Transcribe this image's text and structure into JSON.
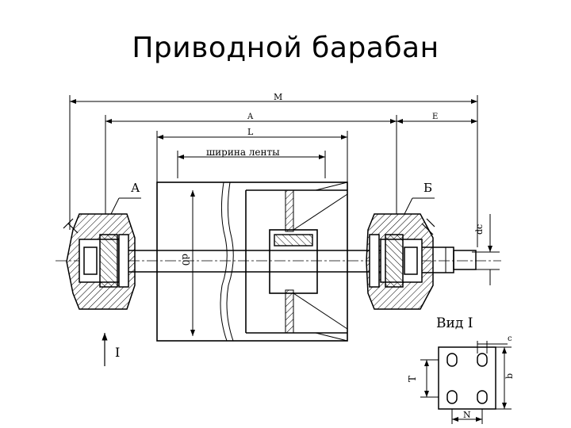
{
  "slide": {
    "title": "Приводной барабан"
  },
  "dimensions": {
    "M": "M",
    "A": "A",
    "E": "E",
    "L": "L",
    "belt_width": "ширина ленты",
    "d0": "d0",
    "dc": "dc"
  },
  "section_labels": {
    "left": "А",
    "right": "Б",
    "view_arrow": "I"
  },
  "view": {
    "title": "Вид I",
    "c": "c",
    "T": "T",
    "b": "b",
    "N": "N"
  }
}
